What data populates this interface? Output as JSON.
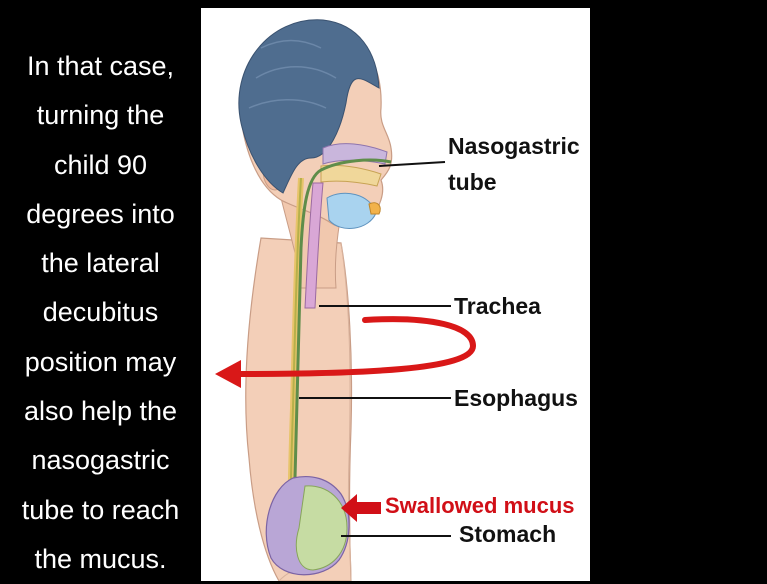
{
  "caption": {
    "lines": [
      "In that case,",
      "turning the",
      "child 90",
      "degrees into",
      "the lateral",
      "decubitus",
      "position may",
      "also help the",
      "nasogastric",
      "tube  to reach",
      "the mucus."
    ]
  },
  "labels": {
    "nasogastric_line1": "Nasogastric",
    "nasogastric_line2": "tube",
    "trachea": "Trachea",
    "esophagus": "Esophagus",
    "swallowed_mucus": "Swallowed mucus",
    "stomach": "Stomach"
  },
  "colors": {
    "background": "#000000",
    "caption_text": "#ffffff",
    "figure_bg": "#ffffff",
    "rotation_arrow": "#d91818",
    "mucus_label": "#d10f17"
  },
  "icons": {
    "rotation_arrow": "curved-rotation-arrow-icon",
    "mucus_pointer": "red-block-arrow-icon"
  }
}
